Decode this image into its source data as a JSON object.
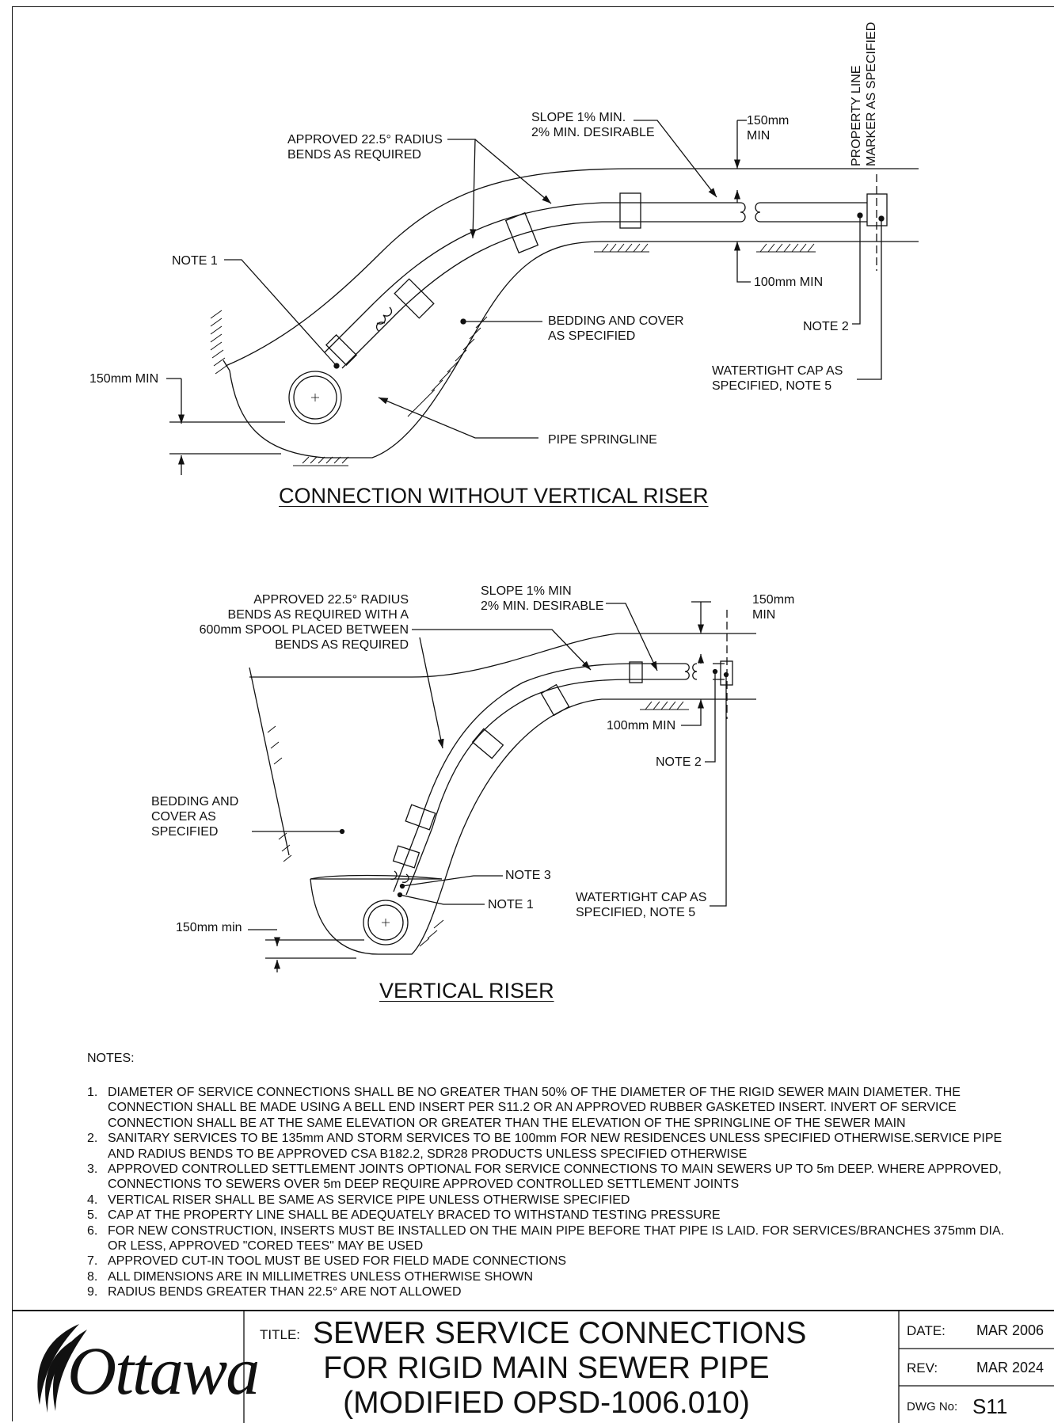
{
  "detail_a": {
    "title": "CONNECTION WITHOUT VERTICAL RISER",
    "labels": {
      "bends": "APPROVED 22.5° RADIUS\nBENDS AS REQUIRED",
      "slope": "SLOPE 1% MIN.\n2% MIN. DESIRABLE",
      "cover_150": "150mm\nMIN",
      "property_line": "PROPERTY LINE\nMARKER AS SPECIFIED",
      "note1": "NOTE 1",
      "bedding": "BEDDING AND COVER\nAS SPECIFIED",
      "min_100": "100mm MIN",
      "note2": "NOTE 2",
      "cap": "WATERTIGHT CAP AS\nSPECIFIED, NOTE 5",
      "min_150": "150mm MIN",
      "springline": "PIPE SPRINGLINE"
    }
  },
  "detail_b": {
    "title": "VERTICAL RISER",
    "labels": {
      "bends": "APPROVED 22.5° RADIUS\nBENDS AS REQUIRED WITH A\n600mm SPOOL PLACED BETWEEN\nBENDS AS REQUIRED",
      "slope": "SLOPE 1% MIN\n2% MIN. DESIRABLE",
      "cover_150": "150mm\nMIN",
      "min_100": "100mm MIN",
      "note2": "NOTE 2",
      "bedding": "BEDDING AND\nCOVER AS\nSPECIFIED",
      "note3": "NOTE 3",
      "note1": "NOTE 1",
      "cap": "WATERTIGHT CAP AS\nSPECIFIED, NOTE 5",
      "min_150": "150mm min"
    }
  },
  "notes": {
    "heading": "NOTES:",
    "items": [
      {
        "num": "1.",
        "text": "DIAMETER OF SERVICE CONNECTIONS SHALL BE NO GREATER THAN 50% OF THE DIAMETER OF THE RIGID SEWER MAIN  DIAMETER. THE CONNECTION SHALL BE MADE USING A BELL END INSERT PER S11.2 OR AN APPROVED RUBBER GASKETED INSERT. INVERT OF SERVICE CONNECTION SHALL BE AT THE SAME ELEVATION OR GREATER THAN THE ELEVATION OF THE SPRINGLINE OF THE SEWER MAIN"
      },
      {
        "num": "2.",
        "text": "SANITARY SERVICES TO BE 135mm AND STORM SERVICES TO BE 100mm FOR NEW RESIDENCES UNLESS SPECIFIED OTHERWISE.SERVICE PIPE AND RADIUS BENDS TO BE APPROVED CSA B182.2, SDR28 PRODUCTS UNLESS SPECIFIED OTHERWISE"
      },
      {
        "num": "3.",
        "text": "APPROVED CONTROLLED SETTLEMENT JOINTS OPTIONAL FOR SERVICE CONNECTIONS TO MAIN SEWERS UP TO 5m DEEP.  WHERE APPROVED, CONNECTIONS TO SEWERS OVER 5m DEEP REQUIRE APPROVED CONTROLLED SETTLEMENT JOINTS"
      },
      {
        "num": "4.",
        "text": "VERTICAL RISER SHALL BE SAME AS SERVICE PIPE UNLESS OTHERWISE SPECIFIED"
      },
      {
        "num": "5.",
        "text": "CAP AT THE PROPERTY LINE SHALL BE ADEQUATELY BRACED TO WITHSTAND TESTING PRESSURE"
      },
      {
        "num": "6.",
        "text": "FOR NEW CONSTRUCTION, INSERTS MUST BE INSTALLED ON THE MAIN PIPE BEFORE THAT PIPE IS LAID. FOR SERVICES/BRANCHES 375mm DIA. OR LESS, APPROVED \"CORED TEES\" MAY BE USED"
      },
      {
        "num": "7.",
        "text": "APPROVED CUT-IN TOOL MUST BE USED FOR FIELD MADE CONNECTIONS"
      },
      {
        "num": "8.",
        "text": "ALL DIMENSIONS ARE IN MILLIMETRES UNLESS OTHERWISE SHOWN"
      },
      {
        "num": "9.",
        "text": "RADIUS BENDS GREATER THAN 22.5° ARE NOT ALLOWED"
      }
    ]
  },
  "title_block": {
    "logo": "Ottawa",
    "title_key": "TITLE:",
    "title_lines": [
      "SEWER SERVICE CONNECTIONS",
      "FOR RIGID MAIN SEWER PIPE",
      "(MODIFIED OPSD-1006.010)"
    ],
    "date_key": "DATE:",
    "date_val": "MAR 2006",
    "rev_key": "REV:",
    "rev_val": "MAR 2024",
    "dwg_key": "DWG No:",
    "dwg_val": "S11"
  }
}
